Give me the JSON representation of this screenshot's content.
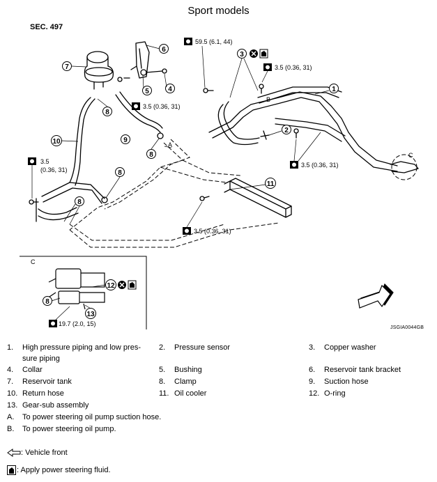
{
  "header": {
    "title": "Sport models",
    "section": "SEC. 497"
  },
  "image_code": "JSGIA0044GB",
  "callouts": {
    "torques": {
      "t1": "59.5 (6.1, 44)",
      "t2": "3.5 (0.36, 31)",
      "t3": "3.5 (0.36, 31)",
      "t4a": "3.5",
      "t4b": "(0.36, 31)",
      "t5": "3.5 (0.36, 31)",
      "t6": "3.5 (0.36, 31)",
      "t7": "19.7 (2.0, 15)"
    },
    "numbers": [
      "1",
      "2",
      "3",
      "4",
      "5",
      "6",
      "7",
      "8",
      "9",
      "10",
      "11",
      "12",
      "13"
    ],
    "letters": {
      "a": "A",
      "b": "B",
      "c": "C",
      "c_inset": "C"
    }
  },
  "legend": {
    "items": [
      {
        "no": "1.",
        "text": "High pressure piping and low pres-sure piping"
      },
      {
        "no": "2.",
        "text": "Pressure sensor"
      },
      {
        "no": "3.",
        "text": "Copper washer"
      },
      {
        "no": "4.",
        "text": "Collar"
      },
      {
        "no": "5.",
        "text": "Bushing"
      },
      {
        "no": "6.",
        "text": "Reservoir tank bracket"
      },
      {
        "no": "7.",
        "text": "Reservoir tank"
      },
      {
        "no": "8.",
        "text": "Clamp"
      },
      {
        "no": "9.",
        "text": "Suction hose"
      },
      {
        "no": "10.",
        "text": "Return hose"
      },
      {
        "no": "11.",
        "text": "Oil cooler"
      },
      {
        "no": "12.",
        "text": "O-ring"
      },
      {
        "no": "13.",
        "text": "Gear-sub assembly"
      },
      {
        "no": "A.",
        "text": "To power steering oil pump suction hose."
      },
      {
        "no": "B.",
        "text": "To power steering oil pump."
      }
    ],
    "vehicle_front": ": Vehicle front",
    "apply_fluid": ": Apply power steering fluid."
  }
}
